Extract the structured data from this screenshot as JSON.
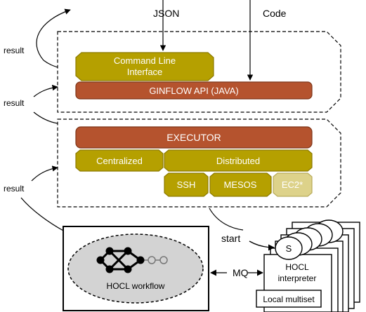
{
  "top_labels": {
    "json": "JSON",
    "code": "Code"
  },
  "result_labels": [
    "result",
    "result",
    "result"
  ],
  "api_layer": {
    "cli": [
      "Command Line",
      "Interface"
    ],
    "api": "GINFLOW API (JAVA)"
  },
  "executor_layer": {
    "executor": "EXECUTOR",
    "centralized": "Centralized",
    "distributed": "Distributed",
    "ssh": "SSH",
    "mesos": "MESOS",
    "ec2": "EC2*"
  },
  "runtime": {
    "workflow_label": "HOCL workflow",
    "start_label": "start",
    "mq_label": "MQ",
    "service_label": "S",
    "interpreter": [
      "HOCL",
      "interpreter"
    ],
    "multiset": "Local multiset"
  },
  "colors": {
    "olive": "#b5a000",
    "olive_dark": "#8c7a00",
    "brown": "#b5532e",
    "brown_dark": "#7d3519",
    "ec2": "#ddd28a",
    "ellipse": "#d3d3d3"
  }
}
